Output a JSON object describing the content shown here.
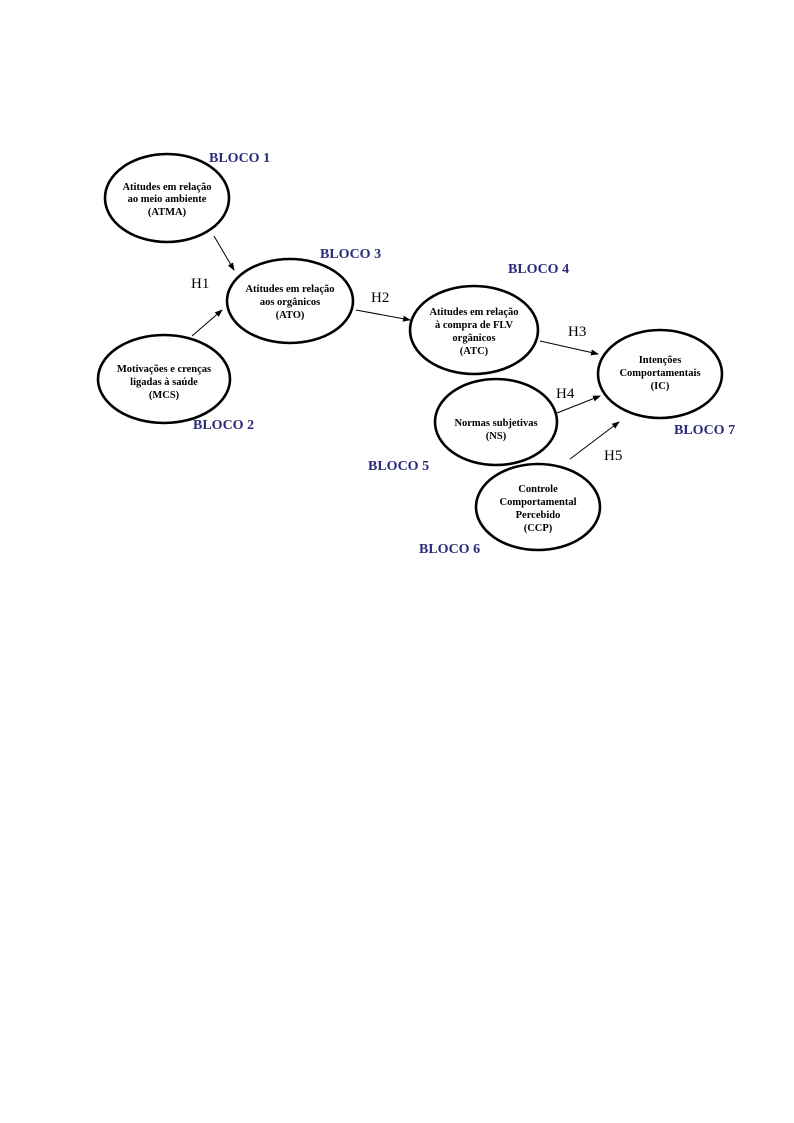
{
  "diagram": {
    "blocks": {
      "b1": "BLOCO 1",
      "b2": "BLOCO 2",
      "b3": "BLOCO 3",
      "b4": "BLOCO 4",
      "b5": "BLOCO 5",
      "b6": "BLOCO 6",
      "b7": "BLOCO 7"
    },
    "nodes": {
      "atma": [
        "Atitudes em relação",
        "ao meio ambiente",
        "(ATMA)"
      ],
      "mcs": [
        "Motivações e crenças",
        "ligadas à saúde",
        "(MCS)"
      ],
      "ato": [
        "Atitudes em relação",
        "aos orgânicos",
        "(ATO)"
      ],
      "atc": [
        "Atitudes em relação",
        "à compra de FLV",
        "orgânicos",
        "(ATC)"
      ],
      "ns": [
        "Normas subjetivas",
        "(NS)"
      ],
      "ccp": [
        "Controle",
        "Comportamental",
        "Percebido",
        "(CCP)"
      ],
      "ic": [
        "Intenções",
        "Comportamentais",
        "(IC)"
      ]
    },
    "hypotheses": {
      "h1": "H1",
      "h2": "H2",
      "h3": "H3",
      "h4": "H4",
      "h5": "H5"
    },
    "colors": {
      "block_label": "#2b2a7a",
      "node_stroke": "#000000",
      "arrow": "#000000"
    }
  }
}
